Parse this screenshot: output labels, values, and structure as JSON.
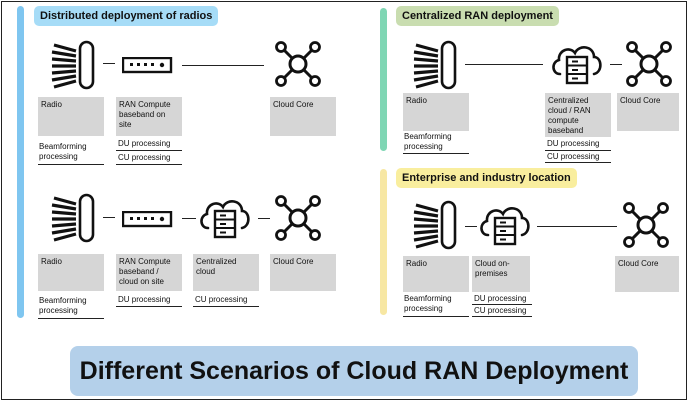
{
  "sections": {
    "distributed": "Distributed deployment of radios",
    "centralized": "Centralized RAN deployment",
    "enterprise": "Enterprise and industry location"
  },
  "colors": {
    "distributed_accent": "#7fc6f0",
    "centralized_accent": "#7fd6b4",
    "enterprise_accent": "#f7e7a3",
    "centralized_pill": "#c9ddb0",
    "enterprise_pill": "#f9ee9e",
    "banner": "#b4d0ea",
    "box": "#d6d6d6"
  },
  "labels": {
    "radio": "Radio",
    "beamforming": "Beamforming processing",
    "ran_compute_site": "RAN Compute baseband on site",
    "ran_compute_cloud": "RAN Compute baseband / cloud on site",
    "centralized_cloud": "Centralized cloud",
    "centralized_cloud_ran": "Centralized cloud / RAN compute baseband",
    "cloud_on_premises": "Cloud on-premises",
    "cloud_core": "Cloud Core",
    "du_processing": "DU processing",
    "cu_processing": "CU processing"
  },
  "banner": {
    "title": "Different Scenarios of Cloud RAN Deployment"
  },
  "icons": [
    "radio-icon",
    "baseband-unit-icon",
    "cloud-server-icon",
    "cloud-core-icon"
  ]
}
